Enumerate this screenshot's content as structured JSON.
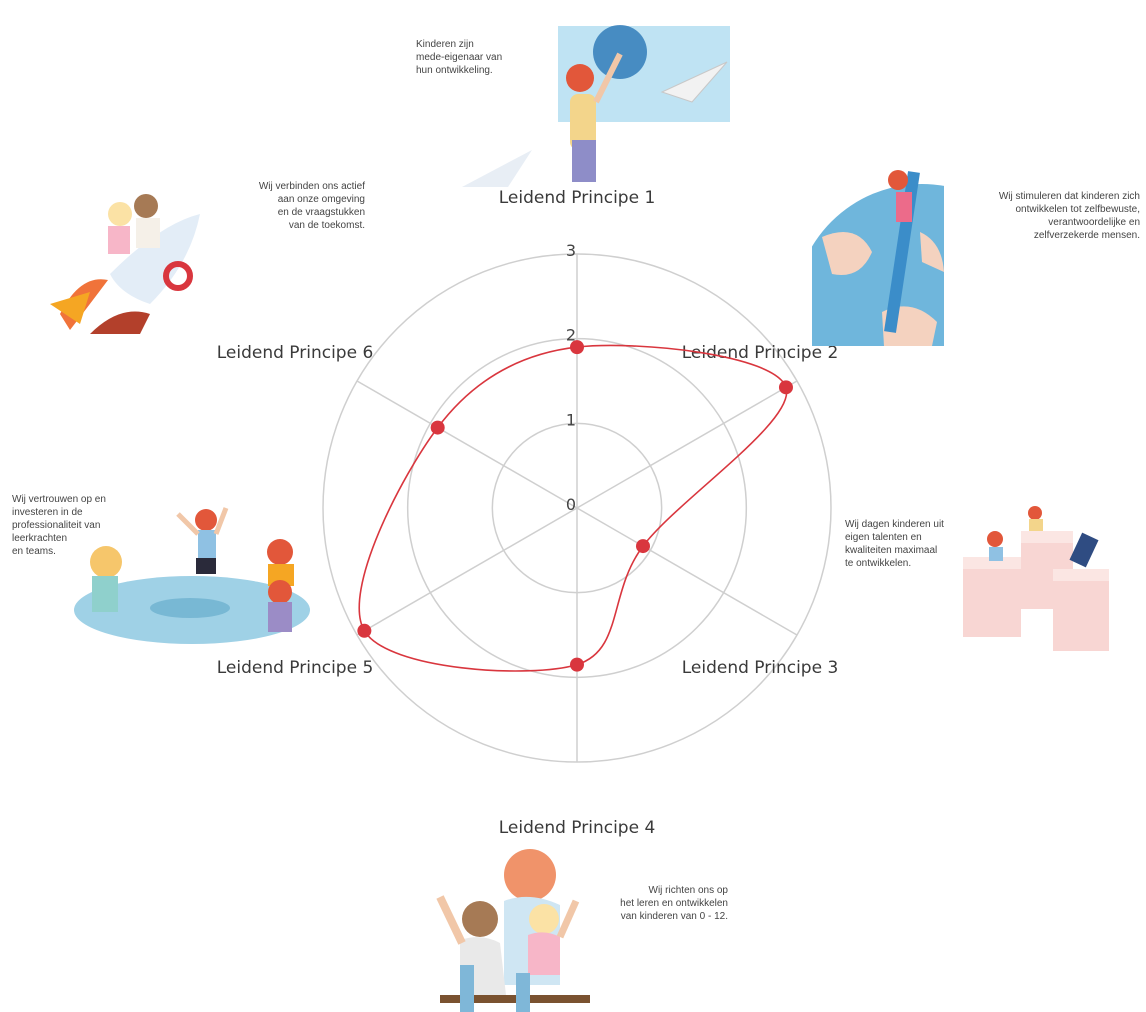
{
  "chart_data": {
    "type": "radar",
    "categories": [
      "Leidend Principe 1",
      "Leidend Principe 2",
      "Leidend Principe 3",
      "Leidend Principe 4",
      "Leidend Principe 5",
      "Leidend Principe 6"
    ],
    "series": [
      {
        "values": [
          1.9,
          2.85,
          0.9,
          1.85,
          2.9,
          1.9
        ]
      }
    ],
    "rlim": [
      0,
      3
    ],
    "rticks": [
      "0",
      "1",
      "2",
      "3"
    ],
    "grid": true,
    "smooth": true,
    "colors": {
      "series": "#d9363e",
      "grid": "#cfcfcf"
    }
  },
  "principles": [
    {
      "id": 1,
      "description": "Kinderen zijn\nmede-eigenaar van\nhun ontwikkeling."
    },
    {
      "id": 2,
      "description": "Wij stimuleren dat kinderen zich\nontwikkelen tot zelfbewuste,\nverantwoordelijke en\nzelfverzekerde mensen."
    },
    {
      "id": 3,
      "description": "Wij dagen kinderen uit\neigen talenten en\nkwaliteiten maximaal\nte ontwikkelen."
    },
    {
      "id": 4,
      "description": "Wij richten ons op\nhet leren en ontwikkelen\nvan kinderen van 0 - 12."
    },
    {
      "id": 5,
      "description": "Wij vertrouwen op en\ninvesteren in de\nprofessionaliteit van\nleerkrachten\nen teams."
    },
    {
      "id": 6,
      "description": "Wij verbinden ons actief\naan onze omgeving\nen de vraagstukken\nvan de toekomst."
    }
  ]
}
